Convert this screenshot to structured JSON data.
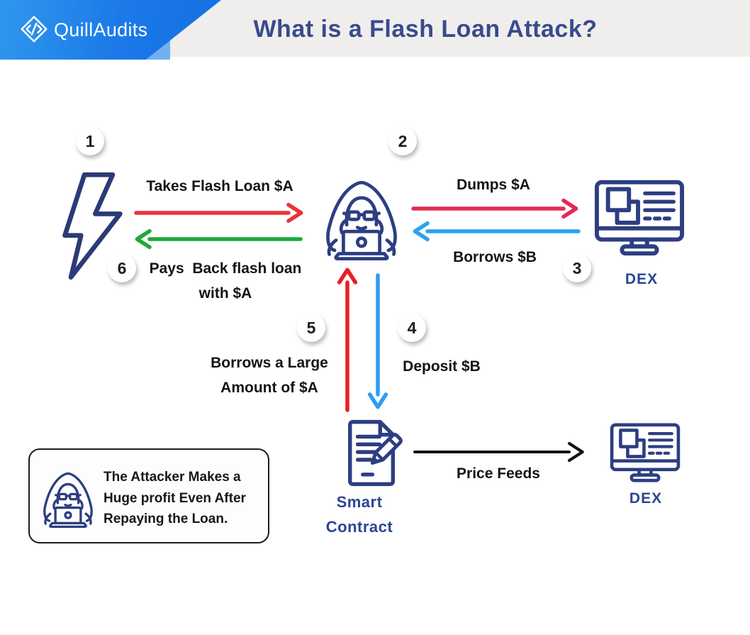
{
  "header": {
    "brand": "QuillAudits",
    "title": "What is a Flash Loan Attack?"
  },
  "badges": [
    "1",
    "2",
    "3",
    "4",
    "5",
    "6"
  ],
  "flow": {
    "takes_loan": "Takes Flash Loan $A",
    "pays_back_l1": "Pays  Back flash loan",
    "pays_back_l2": "with $A",
    "dumps": "Dumps $A",
    "borrows_b": "Borrows $B",
    "borrows_large_l1": "Borrows a Large",
    "borrows_large_l2": "Amount of $A",
    "deposit_b": "Deposit $B",
    "price_feeds": "Price Feeds"
  },
  "entities": {
    "dex_top": "DEX",
    "dex_bottom": "DEX",
    "smart_contract_l1": "Smart",
    "smart_contract_l2": "Contract"
  },
  "note": {
    "l1": "The Attacker Makes a",
    "l2": "Huge profit Even After",
    "l3": "Repaying the Loan."
  },
  "colors": {
    "brand_blue": "#1b79e8",
    "banner_accent": "#71b0f3",
    "header_gray": "#efeeec",
    "title_navy": "#3a4a8e",
    "icon_navy": "#2d3e82",
    "label_navy": "#2d4494",
    "arrow_red": "#ea3338",
    "arrow_pure_red": "#e81f26",
    "arrow_crimson": "#e22b55",
    "arrow_green": "#1ea93c",
    "arrow_sky": "#2aa4ec",
    "arrow_blue": "#2e9df3",
    "arrow_black": "#141414"
  },
  "icons": [
    "quillaudits-logo-icon",
    "lightning-bolt-icon",
    "hacker-icon",
    "dex-monitor-icon",
    "smart-contract-icon"
  ]
}
